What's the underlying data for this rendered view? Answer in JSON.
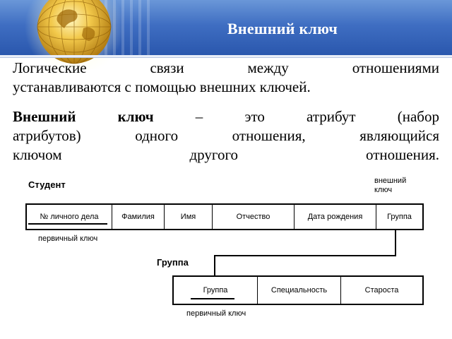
{
  "header": {
    "title": "Внешний ключ"
  },
  "intro": {
    "line1": "Логические связи между отношениями",
    "line2": "устанавливаются с помощью внешних ключей."
  },
  "definition": {
    "term": "Внешний ключ",
    "line1_rest": " – это атрибут (набор",
    "line2": "атрибутов) одного отношения, являющийся",
    "line3": "ключом другого отношения."
  },
  "diagram": {
    "student": {
      "title": "Студент",
      "columns": [
        "№ личного дела",
        "Фамилия",
        "Имя",
        "Отчество",
        "Дата рождения",
        "Группа"
      ],
      "foreign_key_label": "внешний ключ",
      "primary_key_label": "первичный ключ"
    },
    "group": {
      "title": "Группа",
      "columns": [
        "Группа",
        "Специальность",
        "Староста"
      ],
      "primary_key_label": "первичный ключ"
    }
  },
  "colors": {
    "header_top": "#6a97d8",
    "header_bottom": "#2a57ad",
    "title_text": "#ffffff"
  }
}
